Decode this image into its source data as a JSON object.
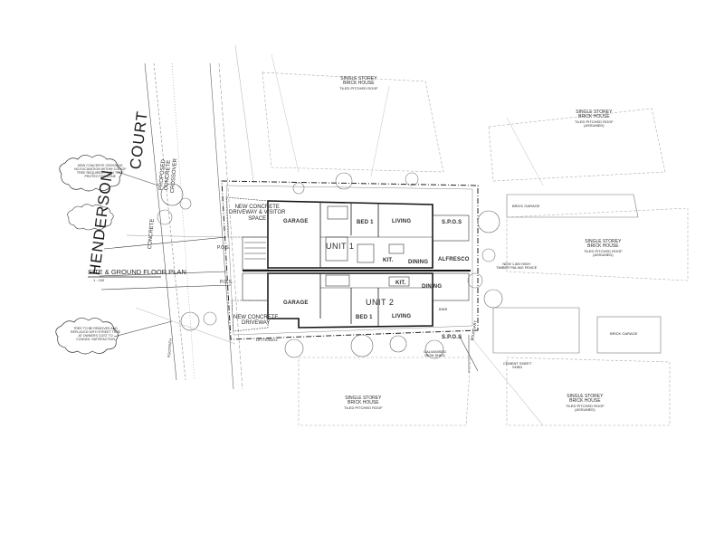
{
  "street": {
    "word1": "HENDERSON",
    "word2": "COURT"
  },
  "units": {
    "unit1": "UNIT 1",
    "unit2": "UNIT 2"
  },
  "unit1_rooms": {
    "garage": "GARAGE",
    "bed": "BED 1",
    "living": "LIVING",
    "kitchen": "KIT.",
    "dining": "DINING",
    "alfresco": "ALFRESCO",
    "spos": "S.P.O.S"
  },
  "unit2_rooms": {
    "garage": "GARAGE",
    "bed": "BED 1",
    "living": "LIVING",
    "kitchen": "KIT.",
    "dining": "DINING",
    "spos": "S.P.O.S"
  },
  "annotations": {
    "driveway1": "NEW CONCRETE\nDRIVEWAY & VISITOR\nSPACE",
    "driveway2": "NEW CONCRETE\nDRIVEWAY",
    "crossover": "PROPOSED\nCONCRETE\nCROSSOVER",
    "concrete": "CONCRETE",
    "footpath": "FOOTPATH",
    "pos1": "P.O.S.",
    "pos2": "P.O.S.",
    "brick_garage1": "BRICK GARAGE",
    "brick_garage2": "BRICK GARAGE",
    "ex_shed": "CEMENT SHEET\nSHED",
    "retaining": "NEW 1.8M HIGH\nTIMBER PALING FENCE",
    "letterbox": "LETTERBOX",
    "bins": "BINS",
    "galvanised": "GALVANISED\nIRON SHED",
    "boundary": "BOUNDARY"
  },
  "neighbours": [
    {
      "id": "top",
      "line1": "SINGLE STOREY",
      "line2": "BRICK HOUSE",
      "line3": "TILED PITCHED ROOF"
    },
    {
      "id": "right-top",
      "line1": "SINGLE STOREY",
      "line2": "BRICK HOUSE",
      "line3": "TILED PITCHED ROOF\n(ASSUMED)"
    },
    {
      "id": "right-mid",
      "line1": "SINGLE STOREY",
      "line2": "BRICK HOUSE",
      "line3": "TILED PITCHED ROOF\n(ASSUMED)"
    },
    {
      "id": "bottom",
      "line1": "SINGLE STOREY",
      "line2": "BRICK HOUSE",
      "line3": "TILED PITCHED ROOF"
    },
    {
      "id": "right-bottom",
      "line1": "SINGLE STOREY",
      "line2": "BRICK HOUSE",
      "line3": "TILED PITCHED ROOF\n(ASSUMED)"
    }
  ],
  "clouds": [
    {
      "id": "cloud-top",
      "text": "NEW CONCRETE CROSSING\nNO EXCAVATION WITHIN 3.0M OF\nTREE REQUIRED FROM TREE\nPROTECTION ZONE"
    },
    {
      "id": "cloud-bottom",
      "text": "TREE TO BE REMOVED AND\nREPLACED WITH STREET TREE\nAT OWNERS COST TO\nCOUNCIL SATISFACTION"
    }
  ],
  "title_block": {
    "title": "SITE & GROUND FLOOR PLAN",
    "scale": "1 : 100"
  }
}
